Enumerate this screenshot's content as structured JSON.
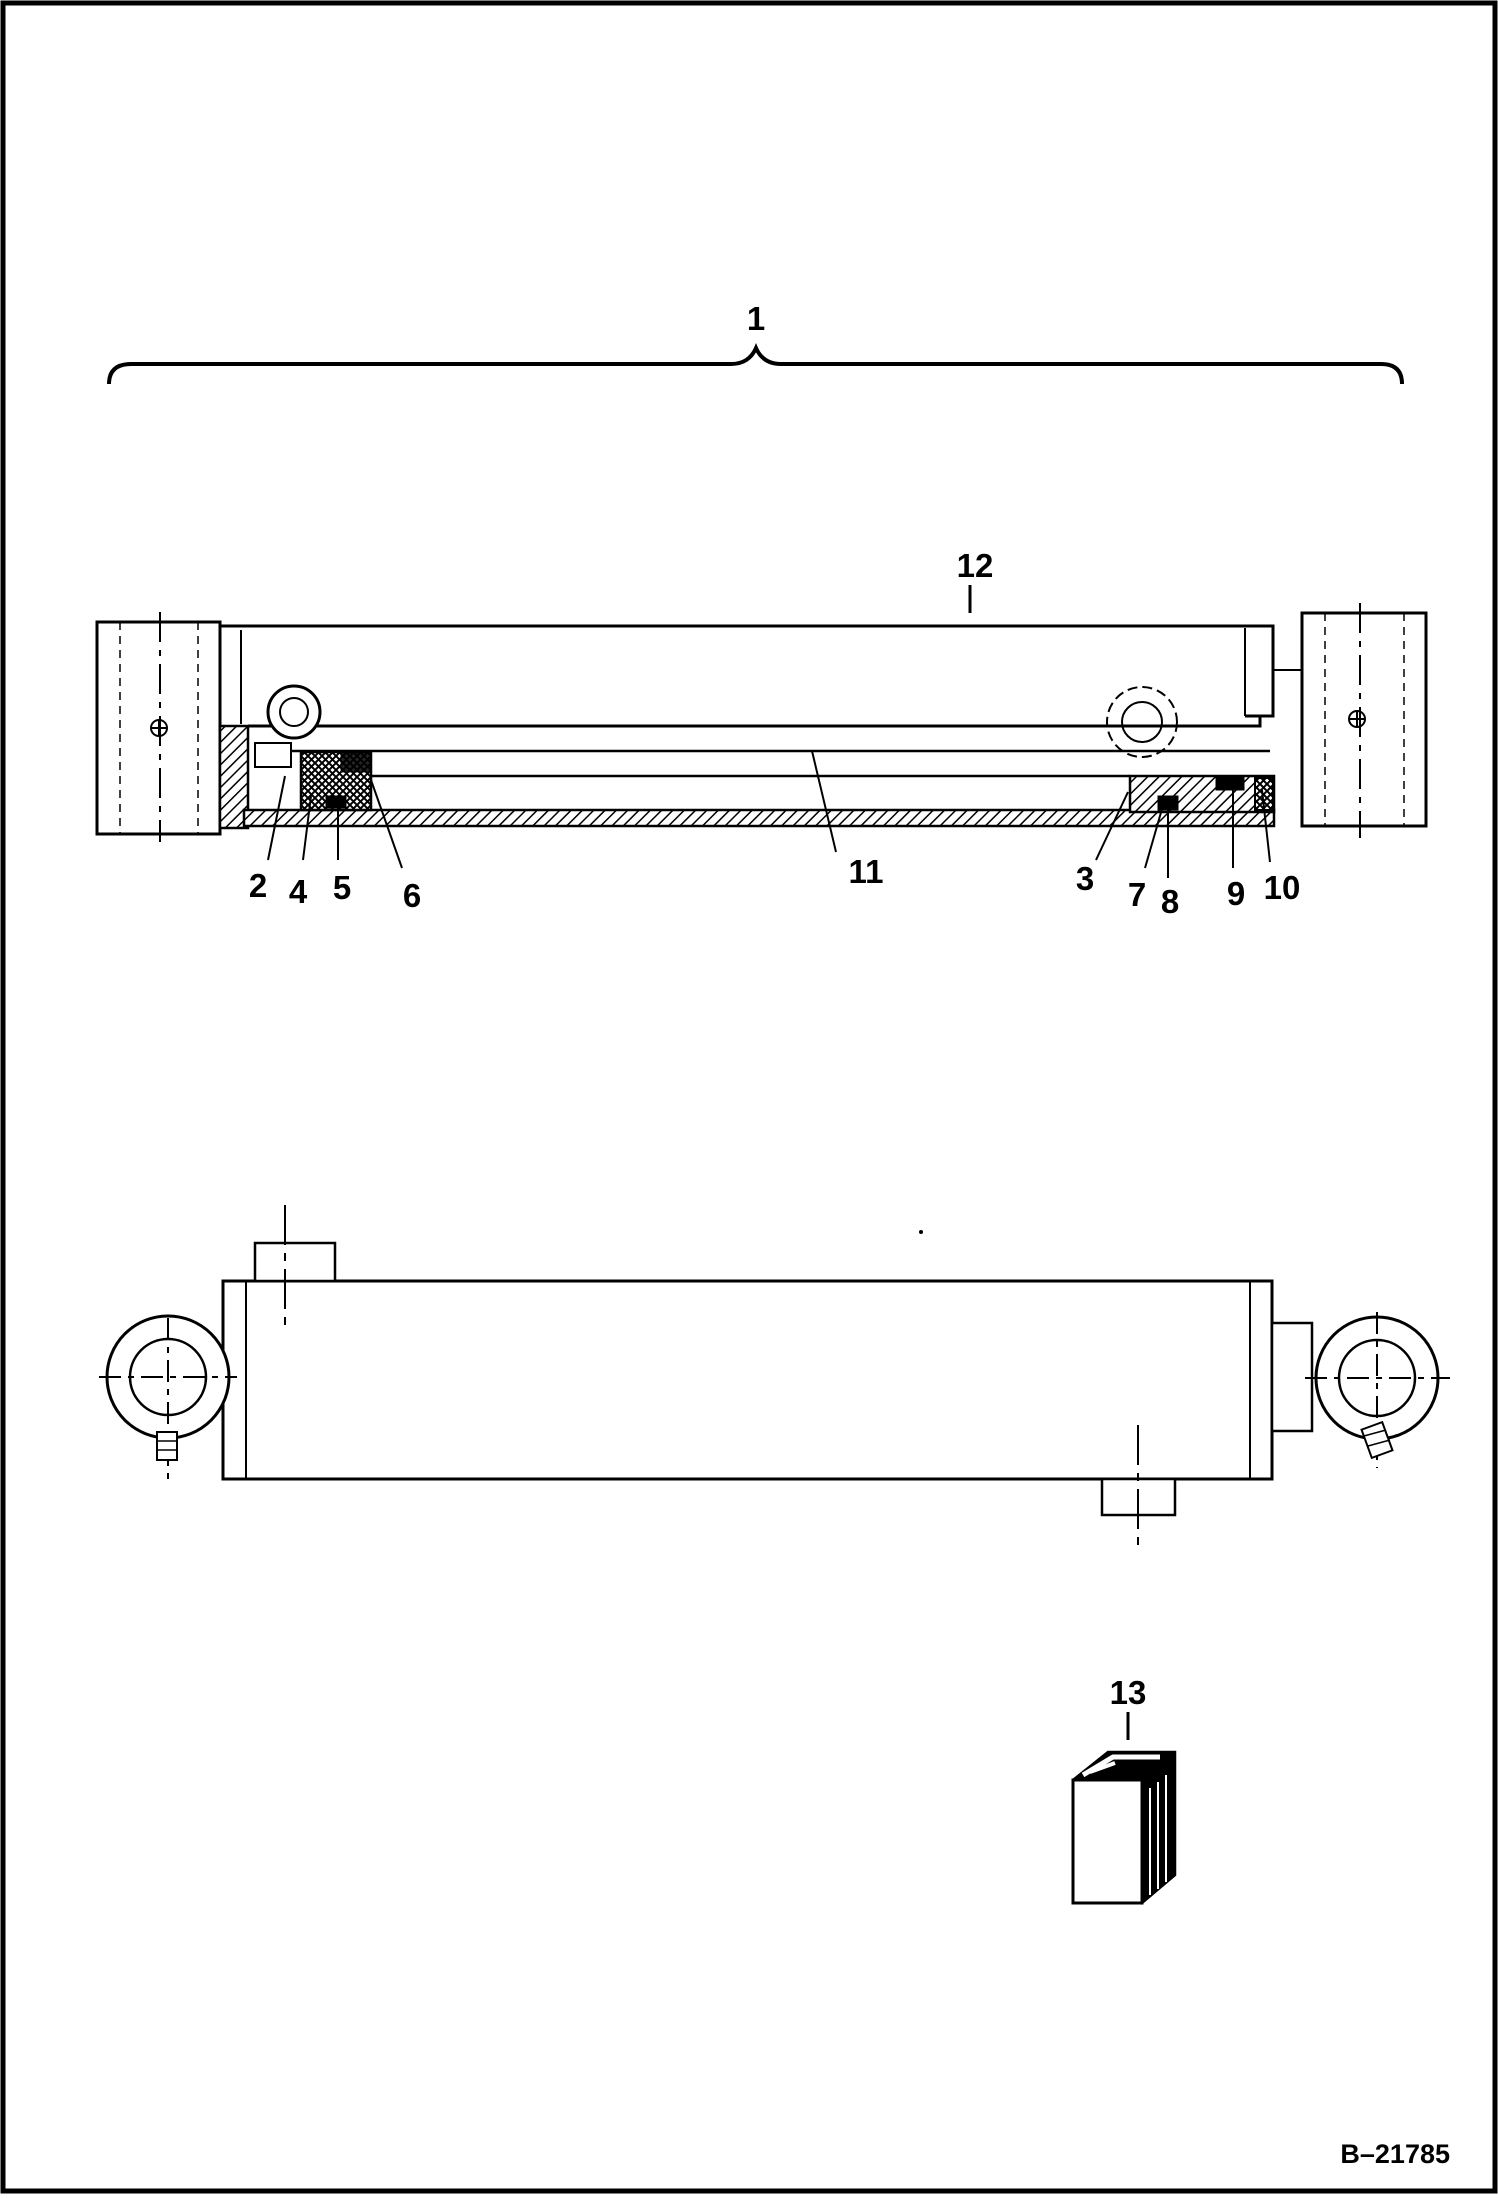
{
  "diagram": {
    "labels": {
      "l1": "1",
      "l2": "2",
      "l3": "3",
      "l4": "4",
      "l5": "5",
      "l6": "6",
      "l7": "7",
      "l8": "8",
      "l9": "9",
      "l10": "10",
      "l11": "11",
      "l12": "12",
      "l13": "13"
    },
    "reference": "B–21785"
  },
  "colors": {
    "line": "#000000",
    "background": "#ffffff"
  }
}
